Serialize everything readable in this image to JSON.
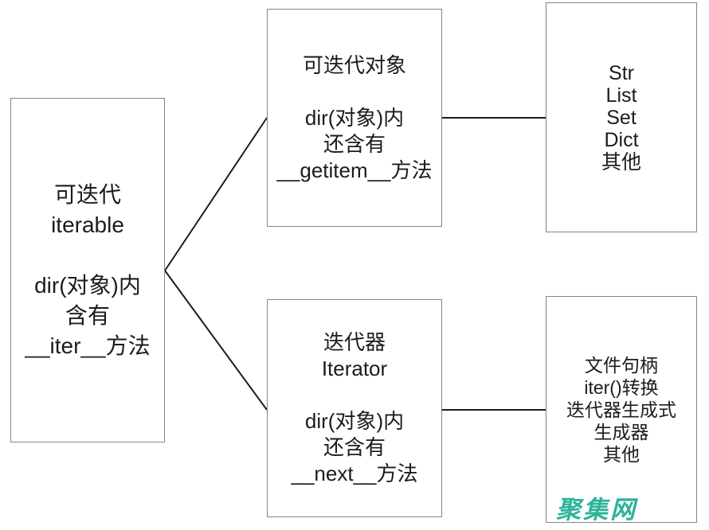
{
  "diagram": {
    "background_color": "#ffffff",
    "box_border_color": "#858585",
    "connector_color": "#1c1c1c",
    "boxes": {
      "iterable": {
        "lines": [
          "可迭代",
          "iterable",
          "",
          "dir(对象)内",
          "含有",
          "__iter__方法"
        ]
      },
      "iterable_object": {
        "lines": [
          "可迭代对象",
          "",
          "dir(对象)内",
          "还含有",
          "__getitem__方法"
        ]
      },
      "iterable_types": {
        "lines": [
          "Str",
          "List",
          "Set",
          "Dict",
          "其他"
        ]
      },
      "iterator": {
        "lines": [
          "迭代器",
          "Iterator",
          "",
          "dir(对象)内",
          "还含有",
          "__next__方法"
        ]
      },
      "iterator_sources": {
        "lines": [
          "文件句柄",
          "iter()转换",
          "迭代器生成式",
          "生成器",
          "其他"
        ]
      }
    },
    "watermark": {
      "text": "聚集网",
      "color": "#2db39a"
    }
  }
}
